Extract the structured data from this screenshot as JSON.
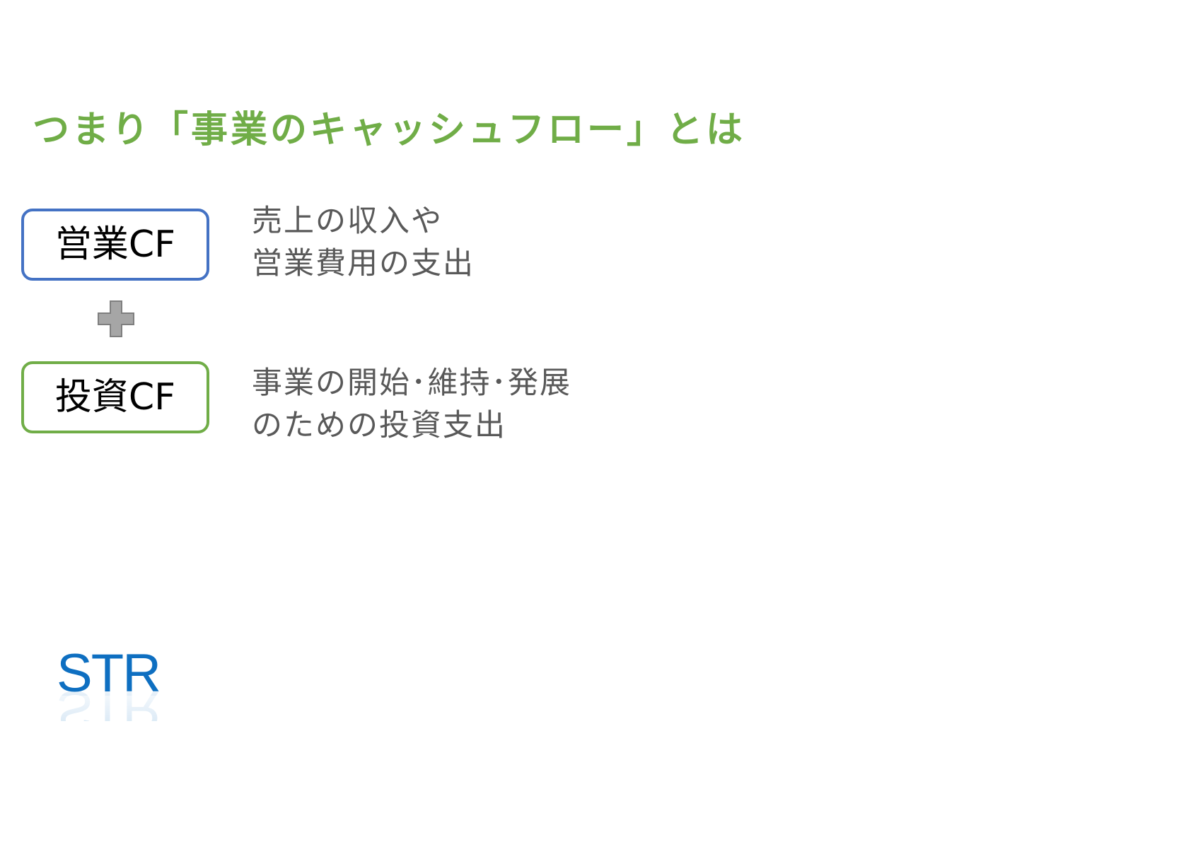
{
  "title": {
    "text": "つまり「事業のキャッシュフロー」とは",
    "color": "#70ad47"
  },
  "operating": {
    "label": "営業CF",
    "border_color": "#4472c4",
    "desc_line1": "売上の収入や",
    "desc_line2": "営業費用の支出"
  },
  "investing": {
    "label": "投資CF",
    "border_color": "#70ad47",
    "desc_line1": "事業の開始･維持･発展",
    "desc_line2": "のための投資支出"
  },
  "desc_color": "#595959",
  "plus": {
    "icon": "plus-icon",
    "fill": "#a6a6a6",
    "stroke": "#7f7f7f"
  },
  "logo": {
    "text": "STR",
    "color": "#0e6fc1"
  }
}
